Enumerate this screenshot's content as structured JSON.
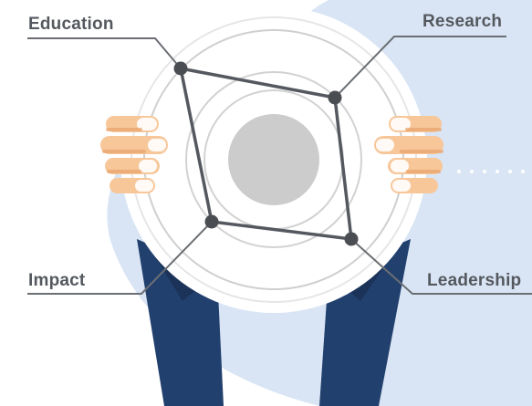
{
  "labels": {
    "top_left": "Education",
    "top_right": "Research",
    "bottom_left": "Impact",
    "bottom_right": "Leadership"
  },
  "colors": {
    "background_blob": "#d9e5f4",
    "plate_ring": "#f1f1f1",
    "plate_line": "#cfcfcf",
    "center_disc": "#cccccc",
    "diamond": "#55595f",
    "node": "#4a4d52",
    "sleeve": "#22406e",
    "sleeve_shadow": "#1b3358",
    "hand": "#f7c79a",
    "hand_shadow": "#e8a26a",
    "label_text": "#55595f",
    "leader_line": "#6b6f74"
  },
  "icons": [
    "left-hand-icon",
    "right-hand-icon",
    "dotted-trail-icon"
  ]
}
